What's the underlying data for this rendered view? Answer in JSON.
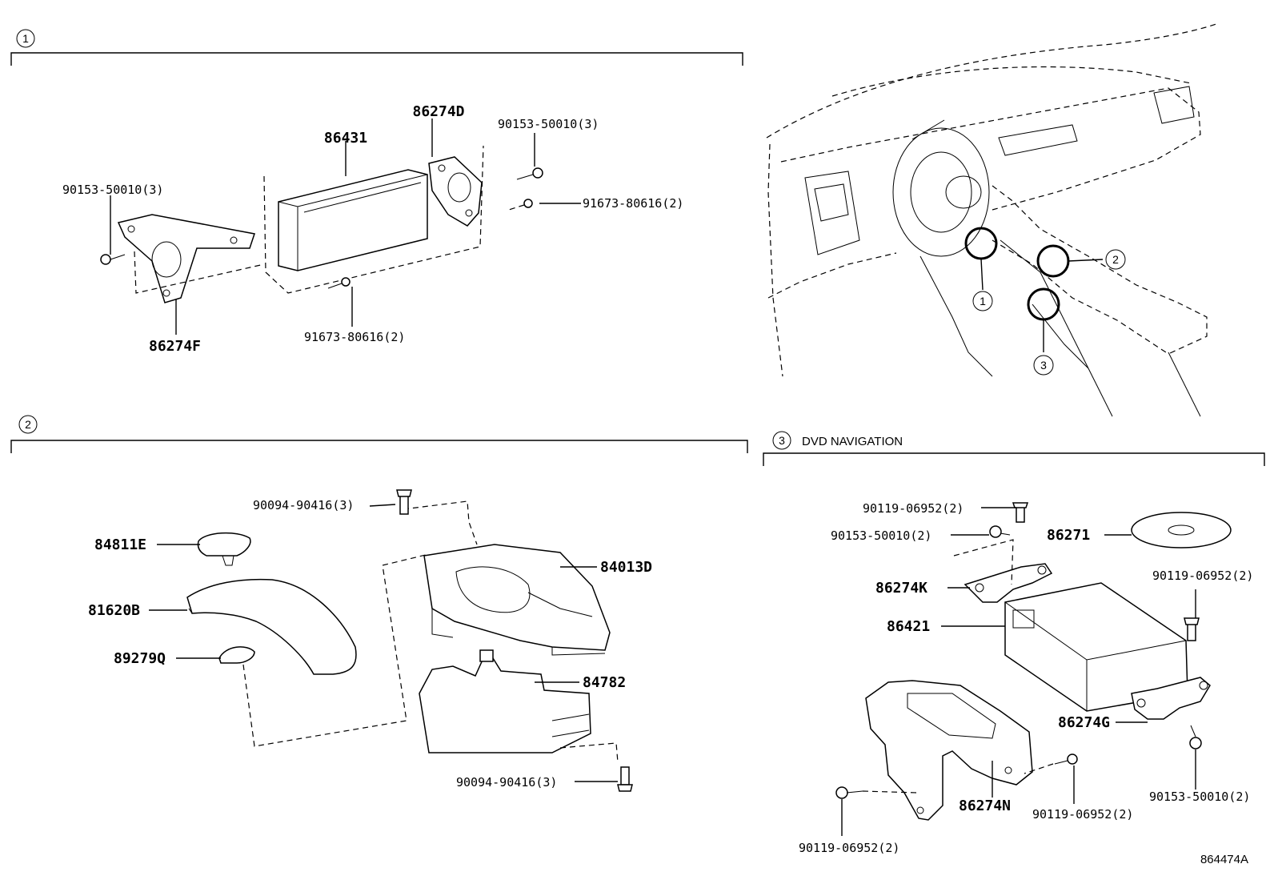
{
  "sections": {
    "s1": {
      "number": "1",
      "title": ""
    },
    "s2": {
      "number": "2",
      "title": ""
    },
    "s3": {
      "number": "3",
      "title": "DVD NAVIGATION"
    }
  },
  "overview": {
    "callouts": [
      "1",
      "2",
      "3"
    ]
  },
  "labels": {
    "s1": {
      "p86431": "86431",
      "p86274D": "86274D",
      "p86274F": "86274F",
      "bolt_left": "90153-50010(3)",
      "bolt_right": "90153-50010(3)",
      "screw_right": "91673-80616(2)",
      "screw_bottom": "91673-80616(2)"
    },
    "s2": {
      "screw_top": "90094-90416(3)",
      "p84811E": "84811E",
      "p81620B": "81620B",
      "p89279Q": "89279Q",
      "p84013D": "84013D",
      "p84782": "84782",
      "screw_bottom": "90094-90416(3)"
    },
    "s3": {
      "bolt_top": "90119-06952(2)",
      "bolt_2": "90153-50010(2)",
      "p86271": "86271",
      "p86274K": "86274K",
      "p86421": "86421",
      "bolt_right": "90119-06952(2)",
      "p86274G": "86274G",
      "bolt_br": "90153-50010(2)",
      "p86274N": "86274N",
      "bolt_mid": "90119-06952(2)",
      "bolt_bl": "90119-06952(2)"
    }
  },
  "reference_code": "864474A"
}
